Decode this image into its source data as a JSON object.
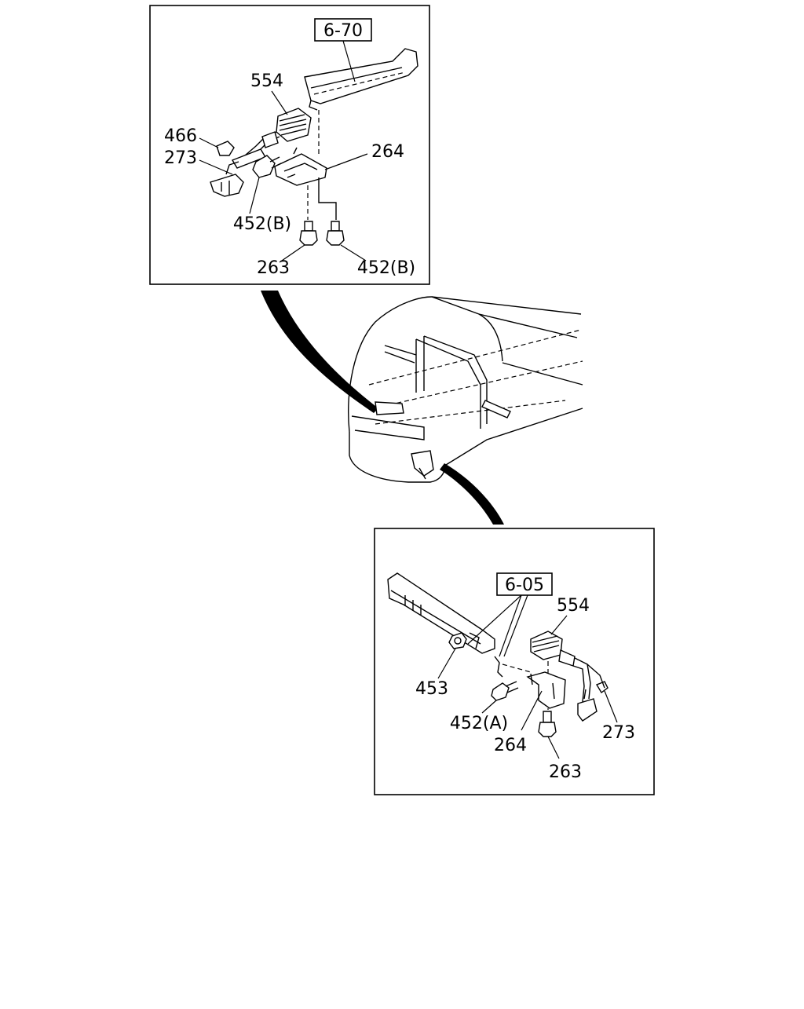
{
  "top_inset": {
    "ref_box": "6-70",
    "labels": {
      "p554": "554",
      "p466": "466",
      "p273": "273",
      "p264": "264",
      "p452b_left": "452(B)",
      "p263": "263",
      "p452b_right": "452(B)"
    }
  },
  "bottom_inset": {
    "ref_box": "6-05",
    "labels": {
      "p554": "554",
      "p453": "453",
      "p452a": "452(A)",
      "p264": "264",
      "p273": "273",
      "p263": "263"
    }
  }
}
